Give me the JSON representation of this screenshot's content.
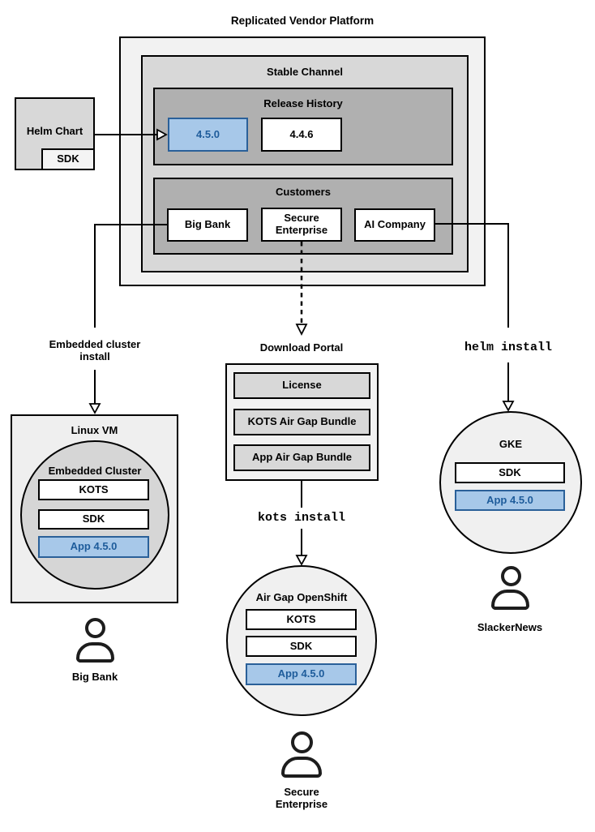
{
  "title": "Replicated Vendor Platform",
  "platform": {
    "stable_channel_label": "Stable Channel",
    "release_history_label": "Release History",
    "release_new": "4.5.0",
    "release_old": "4.4.6",
    "customers_label": "Customers",
    "customer_big_bank": "Big Bank",
    "customer_secure_enterprise": "Secure Enterprise",
    "customer_ai_company": "AI Company"
  },
  "helm_chart": {
    "label": "Helm Chart",
    "sdk_label": "SDK"
  },
  "left_branch": {
    "install_label": "Embedded cluster\ninstall",
    "vm_label": "Linux VM",
    "cluster_label": "Embedded Cluster",
    "kots_label": "KOTS",
    "sdk_label": "SDK",
    "app_label": "App 4.5.0",
    "user_label": "Big Bank"
  },
  "middle_branch": {
    "portal_label": "Download Portal",
    "license_label": "License",
    "kots_bundle_label": "KOTS Air Gap Bundle",
    "app_bundle_label": "App Air Gap Bundle",
    "install_command": "kots install",
    "cluster_label": "Air Gap OpenShift",
    "kots_label": "KOTS",
    "sdk_label": "SDK",
    "app_label": "App 4.5.0",
    "user_label": "Secure\nEnterprise"
  },
  "right_branch": {
    "install_command": "helm install",
    "cluster_label": "GKE",
    "sdk_label": "SDK",
    "app_label": "App 4.5.0",
    "user_label": "SlackerNews"
  },
  "colors": {
    "highlight_fill": "#a7c8e9",
    "highlight_border": "#2a6099",
    "highlight_text": "#1e5c9b",
    "gray_outer": "#f2f2f2",
    "gray_mid": "#d8d8d8",
    "gray_dark": "#b0b0b0"
  }
}
